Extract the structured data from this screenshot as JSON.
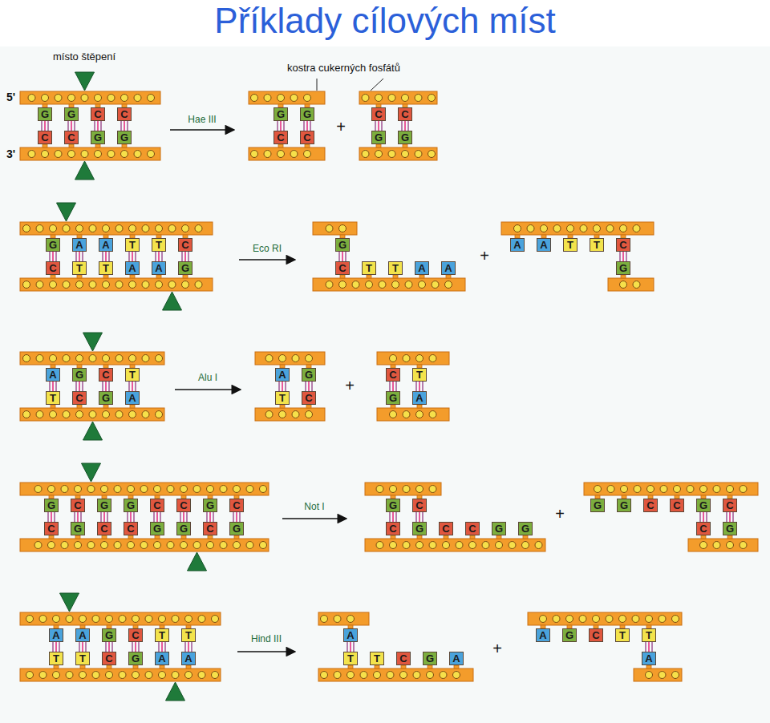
{
  "diagram": {
    "title": "Příklady cílových míst",
    "nodes": [
      {
        "text": [
          "G"
        ]
      },
      {
        "text": [
          "G"
        ]
      },
      {
        "text": [
          "C"
        ]
      },
      {
        "text": [
          "C"
        ]
      },
      {
        "text": [
          "C"
        ]
      },
      {
        "text": [
          "C"
        ]
      },
      {
        "text": [
          "G"
        ]
      },
      {
        "text": [
          "G"
        ]
      },
      {
        "text": [
          "G"
        ]
      },
      {
        "text": [
          "G"
        ]
      },
      {
        "text": [
          "C"
        ]
      },
      {
        "text": [
          "C"
        ]
      },
      {
        "text": [
          "C"
        ]
      },
      {
        "text": [
          "C"
        ]
      },
      {
        "text": [
          "G"
        ]
      },
      {
        "text": [
          "G"
        ]
      },
      {
        "text": [
          "G"
        ]
      },
      {
        "text": [
          "A"
        ]
      },
      {
        "text": [
          "A"
        ]
      },
      {
        "text": [
          "T"
        ]
      },
      {
        "text": [
          "T"
        ]
      },
      {
        "text": [
          "C"
        ]
      },
      {
        "text": [
          "C"
        ]
      },
      {
        "text": [
          "T"
        ]
      },
      {
        "text": [
          "T"
        ]
      },
      {
        "text": [
          "A"
        ]
      },
      {
        "text": [
          "A"
        ]
      },
      {
        "text": [
          "G"
        ]
      },
      {
        "text": [
          "G"
        ]
      },
      {
        "text": [
          "C"
        ]
      },
      {
        "text": [
          "T"
        ]
      },
      {
        "text": [
          "T"
        ]
      },
      {
        "text": [
          "A"
        ]
      },
      {
        "text": [
          "A"
        ]
      },
      {
        "text": [
          "A"
        ]
      },
      {
        "text": [
          "A"
        ]
      },
      {
        "text": [
          "T"
        ]
      },
      {
        "text": [
          "T"
        ]
      },
      {
        "text": [
          "C"
        ]
      },
      {
        "text": [
          "G"
        ]
      },
      {
        "text": [
          "A"
        ]
      },
      {
        "text": [
          "G"
        ]
      },
      {
        "text": [
          "C"
        ]
      },
      {
        "text": [
          "T"
        ]
      },
      {
        "text": [
          "T"
        ]
      },
      {
        "text": [
          "C"
        ]
      },
      {
        "text": [
          "G"
        ]
      },
      {
        "text": [
          "A"
        ]
      },
      {
        "text": [
          "A"
        ]
      },
      {
        "text": [
          "G"
        ]
      },
      {
        "text": [
          "T"
        ]
      },
      {
        "text": [
          "C"
        ]
      },
      {
        "text": [
          "C"
        ]
      },
      {
        "text": [
          "T"
        ]
      },
      {
        "text": [
          "G"
        ]
      },
      {
        "text": [
          "A"
        ]
      },
      {
        "text": [
          "G"
        ]
      },
      {
        "text": [
          "C"
        ]
      },
      {
        "text": [
          "G"
        ]
      },
      {
        "text": [
          "G"
        ]
      },
      {
        "text": [
          "C"
        ]
      },
      {
        "text": [
          "C"
        ]
      },
      {
        "text": [
          "G"
        ]
      },
      {
        "text": [
          "C"
        ]
      },
      {
        "text": [
          "C"
        ]
      },
      {
        "text": [
          "G"
        ]
      },
      {
        "text": [
          "C"
        ]
      },
      {
        "text": [
          "C"
        ]
      },
      {
        "text": [
          "G"
        ]
      },
      {
        "text": [
          "G"
        ]
      },
      {
        "text": [
          "C"
        ]
      },
      {
        "text": [
          "G"
        ]
      },
      {
        "text": [
          "G"
        ]
      },
      {
        "text": [
          "C"
        ]
      },
      {
        "text": [
          "C"
        ]
      },
      {
        "text": [
          "G"
        ]
      },
      {
        "text": [
          "C"
        ]
      },
      {
        "text": [
          "C"
        ]
      },
      {
        "text": [
          "G"
        ]
      },
      {
        "text": [
          "G"
        ]
      },
      {
        "text": [
          "G"
        ]
      },
      {
        "text": [
          "G"
        ]
      },
      {
        "text": [
          "C"
        ]
      },
      {
        "text": [
          "C"
        ]
      },
      {
        "text": [
          "G"
        ]
      },
      {
        "text": [
          "C"
        ]
      },
      {
        "text": [
          "C"
        ]
      },
      {
        "text": [
          "G"
        ]
      },
      {
        "text": [
          "A"
        ]
      },
      {
        "text": [
          "A"
        ]
      },
      {
        "text": [
          "G"
        ]
      },
      {
        "text": [
          "C"
        ]
      },
      {
        "text": [
          "T"
        ]
      },
      {
        "text": [
          "T"
        ]
      },
      {
        "text": [
          "T"
        ]
      },
      {
        "text": [
          "T"
        ]
      },
      {
        "text": [
          "C"
        ]
      },
      {
        "text": [
          "G"
        ]
      },
      {
        "text": [
          "A"
        ]
      },
      {
        "text": [
          "A"
        ]
      },
      {
        "text": [
          "A"
        ]
      },
      {
        "text": [
          "T"
        ]
      },
      {
        "text": [
          "T"
        ]
      },
      {
        "text": [
          "C"
        ]
      },
      {
        "text": [
          "G"
        ]
      },
      {
        "text": [
          "A"
        ]
      },
      {
        "text": [
          "A"
        ]
      },
      {
        "text": [
          "G"
        ]
      },
      {
        "text": [
          "C"
        ]
      },
      {
        "text": [
          "T"
        ]
      },
      {
        "text": [
          "T"
        ]
      },
      {
        "text": [
          "A"
        ]
      }
    ],
    "edges": [
      {
        "from": 0,
        "to": 4,
        "arrow": "none"
      },
      {
        "from": 1,
        "to": 5,
        "arrow": "none"
      },
      {
        "from": 2,
        "to": 6,
        "arrow": "none"
      },
      {
        "from": 3,
        "to": 7,
        "arrow": "none"
      },
      {
        "from": 8,
        "to": 10,
        "arrow": "none"
      },
      {
        "from": 9,
        "to": 11,
        "arrow": "none"
      },
      {
        "from": 12,
        "to": 14,
        "arrow": "none"
      },
      {
        "from": 13,
        "to": 15,
        "arrow": "none"
      },
      {
        "from": 16,
        "to": 22,
        "arrow": "none"
      },
      {
        "from": 17,
        "to": 23,
        "arrow": "none"
      },
      {
        "from": 18,
        "to": 24,
        "arrow": "none"
      },
      {
        "from": 19,
        "to": 25,
        "arrow": "none"
      },
      {
        "from": 20,
        "to": 26,
        "arrow": "none"
      },
      {
        "from": 21,
        "to": 27,
        "arrow": "none"
      },
      {
        "from": 28,
        "to": 29,
        "arrow": "none"
      },
      {
        "from": 38,
        "to": 39,
        "arrow": "none"
      },
      {
        "from": 40,
        "to": 44,
        "arrow": "none"
      },
      {
        "from": 41,
        "to": 45,
        "arrow": "none"
      },
      {
        "from": 42,
        "to": 46,
        "arrow": "none"
      },
      {
        "from": 43,
        "to": 47,
        "arrow": "none"
      },
      {
        "from": 48,
        "to": 50,
        "arrow": "none"
      },
      {
        "from": 49,
        "to": 51,
        "arrow": "none"
      },
      {
        "from": 52,
        "to": 54,
        "arrow": "none"
      },
      {
        "from": 53,
        "to": 55,
        "arrow": "none"
      },
      {
        "from": 56,
        "to": 64,
        "arrow": "none"
      },
      {
        "from": 57,
        "to": 65,
        "arrow": "none"
      },
      {
        "from": 58,
        "to": 66,
        "arrow": "none"
      },
      {
        "from": 59,
        "to": 67,
        "arrow": "none"
      },
      {
        "from": 60,
        "to": 68,
        "arrow": "none"
      },
      {
        "from": 61,
        "to": 69,
        "arrow": "none"
      },
      {
        "from": 62,
        "to": 70,
        "arrow": "none"
      },
      {
        "from": 63,
        "to": 71,
        "arrow": "none"
      },
      {
        "from": 72,
        "to": 74,
        "arrow": "none"
      },
      {
        "from": 73,
        "to": 75,
        "arrow": "none"
      },
      {
        "from": 84,
        "to": 86,
        "arrow": "none"
      },
      {
        "from": 85,
        "to": 87,
        "arrow": "none"
      },
      {
        "from": 88,
        "to": 94,
        "arrow": "none"
      },
      {
        "from": 89,
        "to": 95,
        "arrow": "none"
      },
      {
        "from": 90,
        "to": 96,
        "arrow": "none"
      },
      {
        "from": 91,
        "to": 97,
        "arrow": "none"
      },
      {
        "from": 92,
        "to": 98,
        "arrow": "none"
      },
      {
        "from": 93,
        "to": 99,
        "arrow": "none"
      },
      {
        "from": 100,
        "to": 101,
        "arrow": "none"
      },
      {
        "from": 110,
        "to": 111,
        "arrow": "none"
      }
    ],
    "labels": [
      "místo štěpení",
      "kostra cukerných fosfátů",
      "5'",
      "3'",
      "Hae III",
      "+",
      "Eco RI",
      "+",
      "Alu I",
      "+",
      "Not I",
      "+",
      "Hind III",
      "+"
    ]
  }
}
